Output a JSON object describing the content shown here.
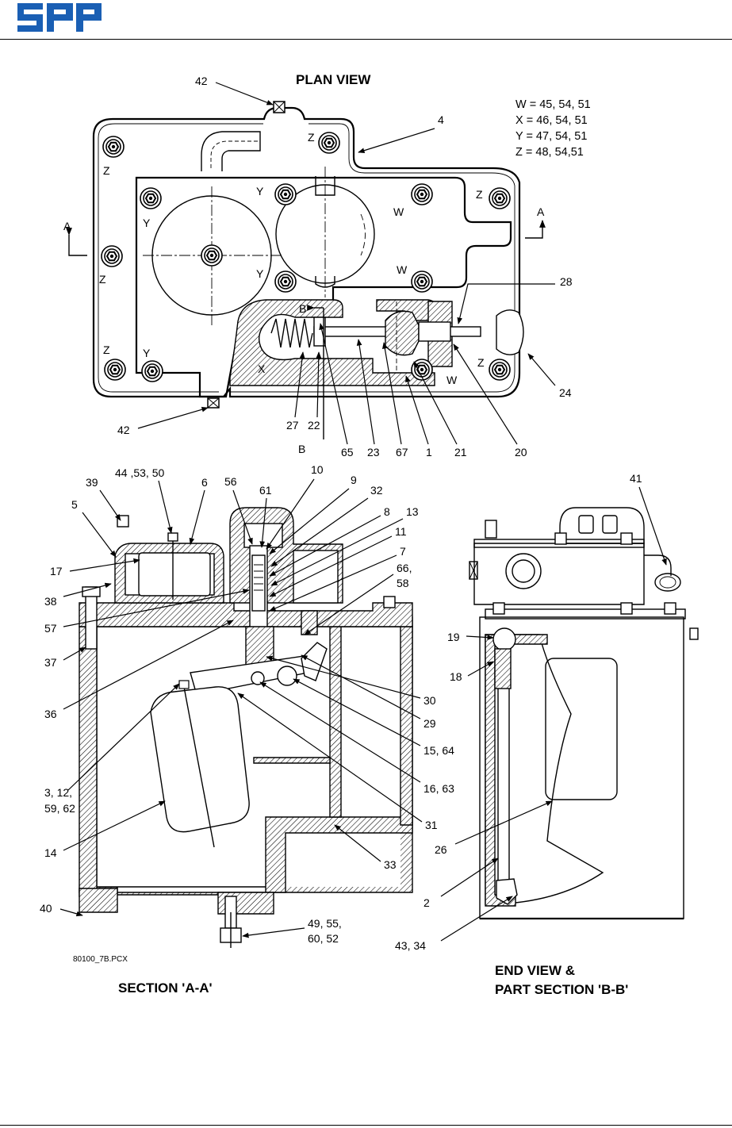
{
  "logo": {
    "text": "spp",
    "color": "#1a5fb4"
  },
  "titles": {
    "plan_view": "PLAN VIEW",
    "section_aa": "SECTION 'A-A'",
    "end_view_line1": "END VIEW &",
    "end_view_line2": "PART SECTION 'B-B'"
  },
  "legend": [
    "W = 45, 54, 51",
    "X = 46, 54, 51",
    "Y = 47, 54, 51",
    "Z = 48, 54,51"
  ],
  "file_ref": "80100_7B.PCX",
  "plan_labels": {
    "p42a": "42",
    "p4": "4",
    "p28": "28",
    "p24": "24",
    "p42b": "42",
    "p27": "27",
    "p22": "22",
    "p65": "65",
    "p23": "23",
    "p67": "67",
    "p1": "1",
    "p21": "21",
    "p20": "20"
  },
  "plan_letters": {
    "z1": "Z",
    "z2": "Z",
    "z3": "Z",
    "z4": "Z",
    "z5": "Z",
    "z6": "Z",
    "y1": "Y",
    "y2": "Y",
    "y3": "Y",
    "y4": "Y",
    "w1": "W",
    "w2": "W",
    "w3": "W",
    "x1": "X",
    "a_left": "A",
    "a_right": "A",
    "b_top": "B",
    "b_bottom": "B"
  },
  "section_labels": {
    "s44": "44 ,53, 50",
    "s39": "39",
    "s5": "5",
    "s6": "6",
    "s56": "56",
    "s61": "61",
    "s10": "10",
    "s9": "9",
    "s32": "32",
    "s8": "8",
    "s13": "13",
    "s11": "11",
    "s7": "7",
    "s66": "66,",
    "s58": "58",
    "s17": "17",
    "s38": "38",
    "s57": "57",
    "s37": "37",
    "s36": "36",
    "s30": "30",
    "s29": "29",
    "s15": "15, 64",
    "s16": "16, 63",
    "s3a": "3, 12,",
    "s3b": "59, 62",
    "s31": "31",
    "s14": "14",
    "s33": "33",
    "s40": "40",
    "s49a": "49, 55,",
    "s49b": "60, 52"
  },
  "end_labels": {
    "e41": "41",
    "e19": "19",
    "e18": "18",
    "e26": "26",
    "e2": "2",
    "e43": "43, 34"
  }
}
